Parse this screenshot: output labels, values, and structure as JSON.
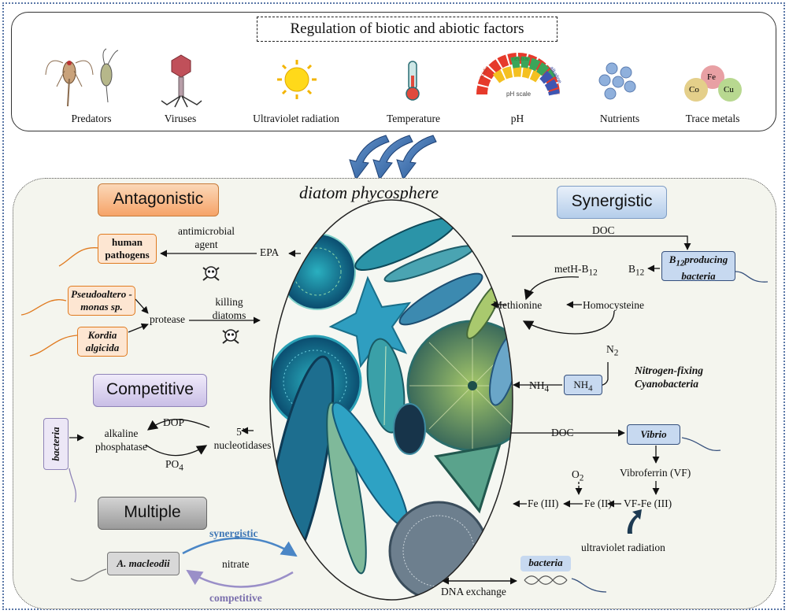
{
  "header": {
    "title": "Regulation of biotic and abiotic factors",
    "factors": [
      {
        "label": "Predators",
        "icon": "predators-icon"
      },
      {
        "label": "Viruses",
        "icon": "virus-icon"
      },
      {
        "label": "Ultraviolet radiation",
        "icon": "sun-icon"
      },
      {
        "label": "Temperature",
        "icon": "thermometer-icon"
      },
      {
        "label": "pH",
        "icon": "ph-scale-icon"
      },
      {
        "label": "Nutrients",
        "icon": "nutrients-icon"
      },
      {
        "label": "Trace metals",
        "icon": "trace-metals-icon"
      }
    ],
    "ph_scale": {
      "acidic": "acidic",
      "neutral": "neutral",
      "alkaline": "alkaline",
      "caption": "pH scale"
    },
    "metals": [
      "Fe",
      "Co",
      "Cu"
    ]
  },
  "center": {
    "title": "diatom phycosphere"
  },
  "categories": {
    "antagonistic": "Antagonistic",
    "synergistic": "Synergistic",
    "competitive": "Competitive",
    "multiple": "Multiple"
  },
  "antagonistic": {
    "human_pathogens": "human pathogens",
    "antimicrobial_agent": "antimicrobial agent",
    "epa": "EPA",
    "pseudoalteromonas": "Pseudoaltero -monas sp.",
    "kordia": "Kordia algicida",
    "protease": "protease",
    "killing_diatoms": "killing diatoms"
  },
  "synergistic": {
    "doc_top": "DOC",
    "b12_bacteria": "B12producing bacteria",
    "b12": "B12",
    "meth_b12": "metH-B12",
    "methionine": "Methionine",
    "homocysteine": "Homocysteine",
    "n2": "N2",
    "nh4_box": "NH4",
    "nh4": "NH4",
    "nitrogen_fixing": "Nitrogen-fixing Cyanobacteria",
    "doc_mid": "DOC",
    "vibrio": "Vibrio",
    "vibroferrin": "Vibroferrin (VF)",
    "o2": "O2",
    "fe3_left": "Fe (III)",
    "fe2": "Fe (II)",
    "vf_fe3": "VF-Fe (III)",
    "uv": "ultraviolet radiation",
    "bacteria": "bacteria",
    "dna_exchange": "DNA exchange"
  },
  "competitive": {
    "bacteria": "bacteria",
    "dop": "DOP",
    "alkaline_phosphatase": "alkaline phosphatase",
    "po4": "PO4",
    "nucleotidases": "5’- nucleotidases"
  },
  "multiple": {
    "organism": "A. macleodii",
    "synergistic": "synergistic",
    "nitrate": "nitrate",
    "competitive": "competitive"
  },
  "colors": {
    "antagonistic_border": "#e07a1f",
    "synergistic_box": "#c7d9f0",
    "synergistic_arrow": "#3f77b5",
    "competitive_arrow": "#9a8fc8",
    "background": "#f4f5ee"
  }
}
